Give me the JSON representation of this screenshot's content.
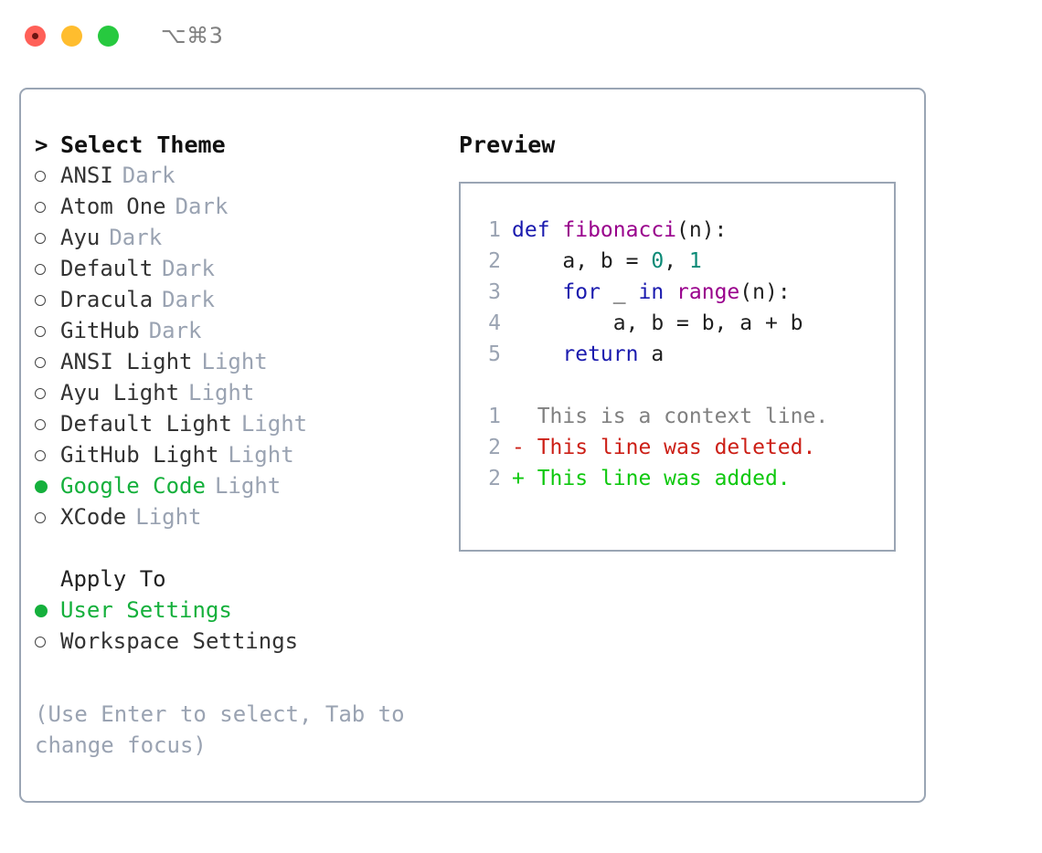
{
  "titlebar": {
    "shortcut": "⌥⌘3",
    "buttons": [
      {
        "name": "close",
        "color": "#ff6058"
      },
      {
        "name": "minimize",
        "color": "#ffbd2e"
      },
      {
        "name": "zoom",
        "color": "#27c93f"
      }
    ]
  },
  "theme_selector": {
    "header_prompt": ">",
    "header_label": "Select Theme",
    "items": [
      {
        "marker": "o",
        "label": "ANSI",
        "tag": "Dark",
        "selected": false
      },
      {
        "marker": "o",
        "label": "Atom One",
        "tag": "Dark",
        "selected": false
      },
      {
        "marker": "o",
        "label": "Ayu",
        "tag": "Dark",
        "selected": false
      },
      {
        "marker": "o",
        "label": "Default",
        "tag": "Dark",
        "selected": false
      },
      {
        "marker": "o",
        "label": "Dracula",
        "tag": "Dark",
        "selected": false
      },
      {
        "marker": "o",
        "label": "GitHub",
        "tag": "Dark",
        "selected": false
      },
      {
        "marker": "o",
        "label": "ANSI Light",
        "tag": "Light",
        "selected": false
      },
      {
        "marker": "o",
        "label": "Ayu Light",
        "tag": "Light",
        "selected": false
      },
      {
        "marker": "o",
        "label": "Default Light",
        "tag": "Light",
        "selected": false
      },
      {
        "marker": "o",
        "label": "GitHub Light",
        "tag": "Light",
        "selected": false
      },
      {
        "marker": "●",
        "label": "Google Code",
        "tag": "Light",
        "selected": true
      },
      {
        "marker": "o",
        "label": "XCode",
        "tag": "Light",
        "selected": false
      }
    ]
  },
  "apply_to": {
    "header_label": "Apply To",
    "items": [
      {
        "marker": "●",
        "label": "User Settings",
        "selected": true
      },
      {
        "marker": "o",
        "label": "Workspace Settings",
        "selected": false
      }
    ]
  },
  "hint": {
    "line1": "(Use Enter to select, Tab to",
    "line2": "change focus)"
  },
  "preview": {
    "title": "Preview",
    "code_lines": [
      {
        "no": "1",
        "tokens": [
          {
            "t": "def ",
            "c": "kw"
          },
          {
            "t": "fibonacci",
            "c": "fn"
          },
          {
            "t": "(n):",
            "c": "plain"
          }
        ]
      },
      {
        "no": "2",
        "tokens": [
          {
            "t": "    a, b = ",
            "c": "plain"
          },
          {
            "t": "0",
            "c": "num"
          },
          {
            "t": ", ",
            "c": "plain"
          },
          {
            "t": "1",
            "c": "num"
          }
        ]
      },
      {
        "no": "3",
        "tokens": [
          {
            "t": "    ",
            "c": "plain"
          },
          {
            "t": "for",
            "c": "kw"
          },
          {
            "t": " _ ",
            "c": "plain"
          },
          {
            "t": "in",
            "c": "kw"
          },
          {
            "t": " ",
            "c": "plain"
          },
          {
            "t": "range",
            "c": "fn"
          },
          {
            "t": "(n):",
            "c": "plain"
          }
        ]
      },
      {
        "no": "4",
        "tokens": [
          {
            "t": "        a, b = b, a + b",
            "c": "plain"
          }
        ]
      },
      {
        "no": "5",
        "tokens": [
          {
            "t": "    ",
            "c": "plain"
          },
          {
            "t": "return",
            "c": "kw"
          },
          {
            "t": " a",
            "c": "plain"
          }
        ]
      }
    ],
    "diff_lines": [
      {
        "no": "1",
        "prefix": "  ",
        "text": "This is a context line.",
        "kind": "context"
      },
      {
        "no": "2",
        "prefix": "- ",
        "text": "This line was deleted.",
        "kind": "del"
      },
      {
        "no": "2",
        "prefix": "+ ",
        "text": "This line was added.",
        "kind": "add"
      }
    ]
  },
  "colors": {
    "accent_green": "#15b03c",
    "border": "#9aa5b4",
    "muted": "#9aa3b2",
    "keyword": "#1a1aae",
    "function": "#99008c",
    "number": "#0b8a76",
    "diff_del": "#cc1f16",
    "diff_add": "#0ec80e",
    "diff_context": "#808080"
  }
}
